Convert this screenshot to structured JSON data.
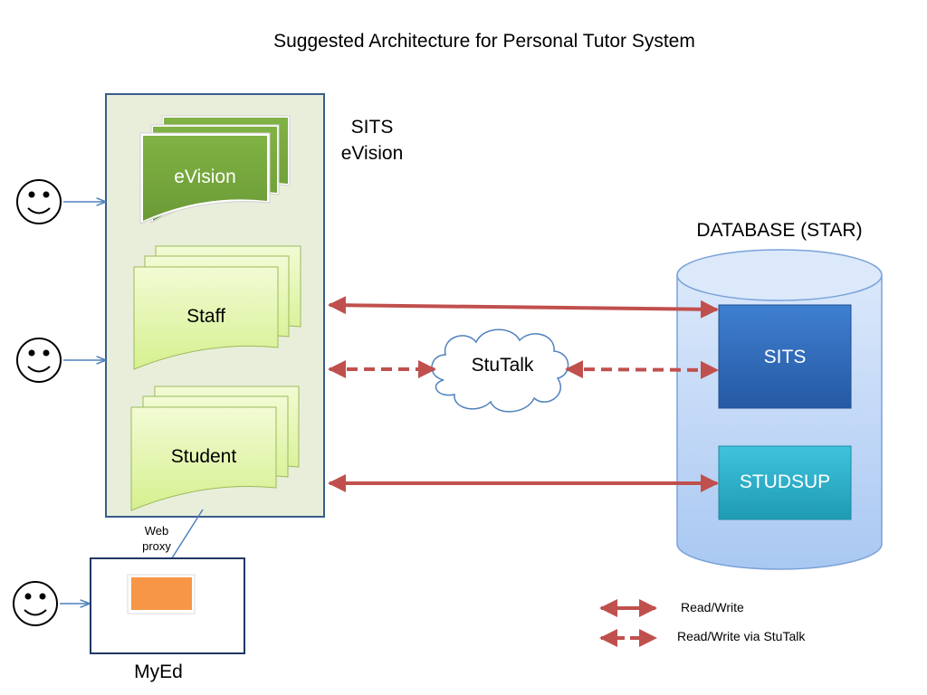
{
  "title": "Suggested Architecture for Personal Tutor System",
  "evision_container": {
    "label_line1": "SITS",
    "label_line2": "eVision",
    "doc_evision": "eVision",
    "doc_staff": "Staff",
    "doc_student": "Student"
  },
  "database": {
    "label": "DATABASE (STAR)",
    "sits": "SITS",
    "studsup": "STUDSUP"
  },
  "cloud": {
    "label": "StuTalk"
  },
  "proxy": {
    "line1": "Web",
    "line2": "proxy"
  },
  "myed": {
    "label": "MyEd"
  },
  "legend": {
    "solid": "Read/Write",
    "dashed": "Read/Write via StuTalk"
  },
  "colors": {
    "arrow": "#c0504d",
    "evision_doc": "#77a83e",
    "light_doc": "#e6f7b5",
    "container_fill": "#e9eedb",
    "container_border": "#385d8a",
    "sits_box": "#2d6cbd",
    "studsup_box": "#2ab5cf",
    "database": "#b9d3f5",
    "myed_inner": "#f79646",
    "user_arrow": "#4f81bd"
  }
}
